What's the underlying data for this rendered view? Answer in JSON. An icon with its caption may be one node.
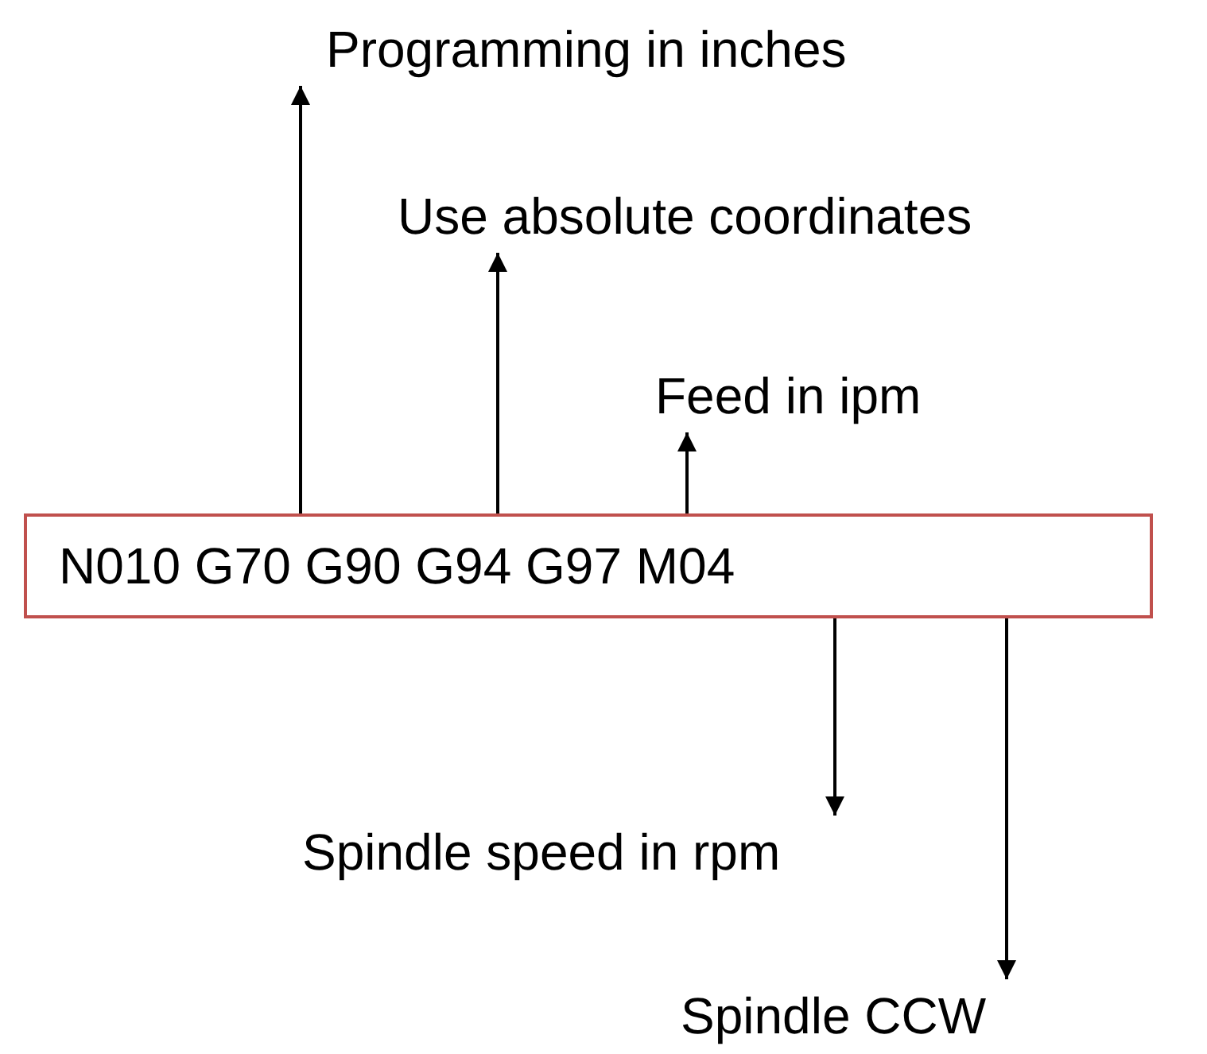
{
  "diagram": {
    "nodes": [
      {
        "text": [
          "N010 G70 G90 G94 G97 M04"
        ]
      },
      {
        "text": [
          "Programming in inches"
        ]
      },
      {
        "text": [
          "Use absolute coordinates"
        ]
      },
      {
        "text": [
          "Feed in ipm"
        ]
      },
      {
        "text": [
          "Spindle speed in rpm"
        ]
      },
      {
        "text": [
          "Spindle CCW"
        ]
      }
    ],
    "edges": [
      {
        "from": 0,
        "to": 1,
        "arrow": "to"
      },
      {
        "from": 0,
        "to": 2,
        "arrow": "to"
      },
      {
        "from": 0,
        "to": 3,
        "arrow": "to"
      },
      {
        "from": 0,
        "to": 4,
        "arrow": "to"
      },
      {
        "from": 0,
        "to": 5,
        "arrow": "to"
      }
    ]
  }
}
